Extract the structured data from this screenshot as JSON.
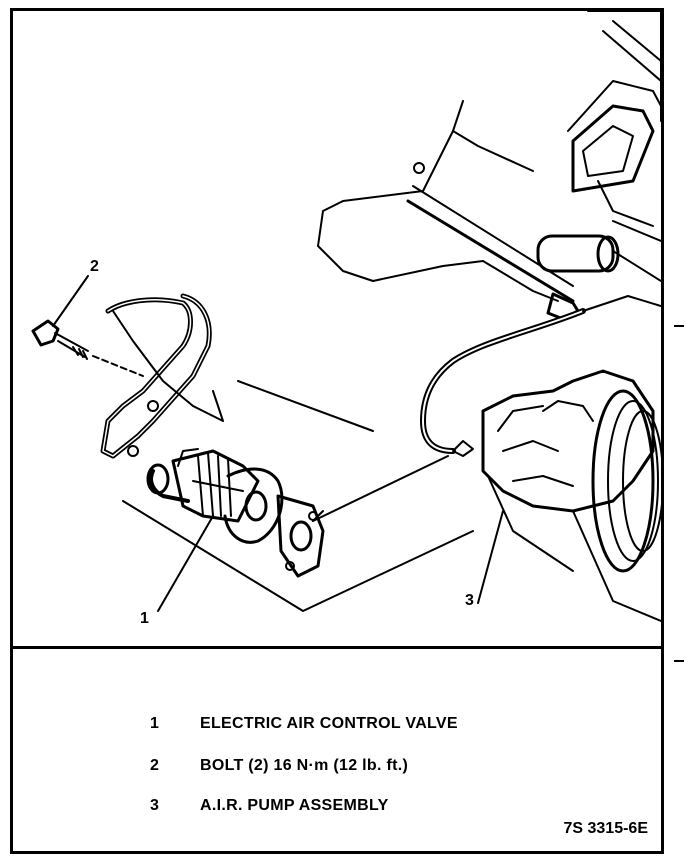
{
  "callouts": [
    "1",
    "2",
    "3"
  ],
  "legend": [
    {
      "num": "1",
      "text": "ELECTRIC AIR CONTROL VALVE"
    },
    {
      "num": "2",
      "text": "BOLT (2) 16 N·m (12 lb. ft.)"
    },
    {
      "num": "3",
      "text": "A.I.R. PUMP ASSEMBLY"
    }
  ],
  "figure_code": "7S 3315-6E"
}
